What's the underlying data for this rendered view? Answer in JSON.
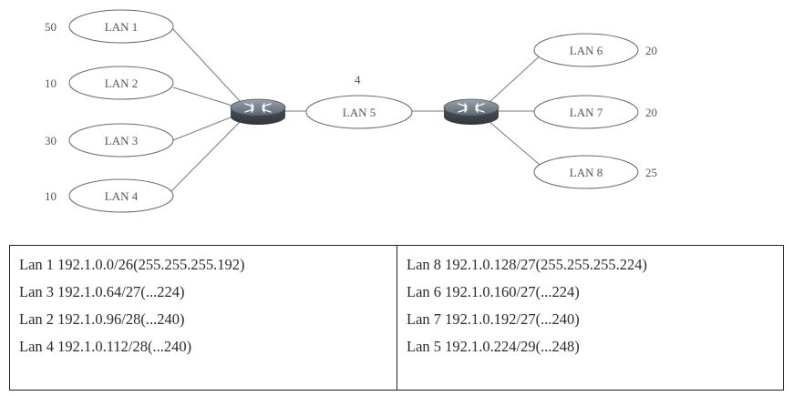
{
  "diagram": {
    "routers": [
      {
        "id": "router-left"
      },
      {
        "id": "router-right"
      }
    ],
    "lans": [
      {
        "id": "lan1",
        "label": "LAN 1",
        "hosts": "50"
      },
      {
        "id": "lan2",
        "label": "LAN 2",
        "hosts": "10"
      },
      {
        "id": "lan3",
        "label": "LAN 3",
        "hosts": "30"
      },
      {
        "id": "lan4",
        "label": "LAN 4",
        "hosts": "10"
      },
      {
        "id": "lan5",
        "label": "LAN 5",
        "hosts": "4"
      },
      {
        "id": "lan6",
        "label": "LAN 6",
        "hosts": "20"
      },
      {
        "id": "lan7",
        "label": "LAN 7",
        "hosts": "20"
      },
      {
        "id": "lan8",
        "label": "LAN 8",
        "hosts": "25"
      }
    ]
  },
  "table": {
    "left": [
      "Lan 1 192.1.0.0/26(255.255.255.192)",
      "Lan 3 192.1.0.64/27(...224)",
      "Lan 2 192.1.0.96/28(...240)",
      "Lan 4 192.1.0.112/28(...240)"
    ],
    "right": [
      "Lan 8 192.1.0.128/27(255.255.255.224)",
      "Lan 6 192.1.0.160/27(...224)",
      "Lan 7 192.1.0.192/27(...240)",
      "Lan 5 192.1.0.224/29(...248)"
    ]
  }
}
